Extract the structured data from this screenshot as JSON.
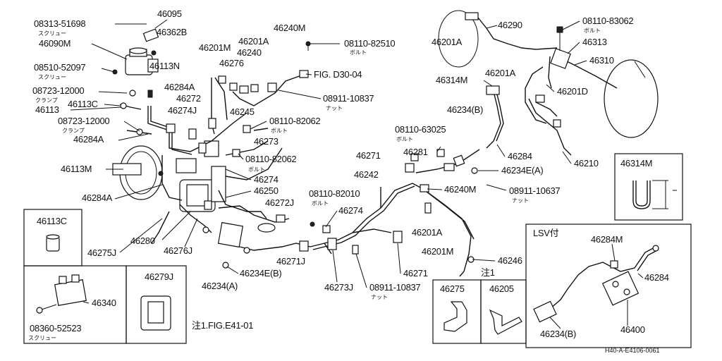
{
  "labels": {
    "p08313_51698": "08313-51698",
    "p46095": "46095",
    "p46362B": "46362B",
    "p46090M": "46090M",
    "p08510_52097": "08510-52097",
    "p46113N": "46113N",
    "p08723_12000a": "08723-12000",
    "p46113C": "46113C",
    "p46113": "46113",
    "p08723_12000b": "08723-12000",
    "p46284A_a": "46284A",
    "p46284A_b": "46284A",
    "p46272": "46272",
    "p46274J": "46274J",
    "p46201M_a": "46201M",
    "p46201A_a": "46201A",
    "p46240M": "46240M",
    "p46240": "46240",
    "p46276": "46276",
    "p08110_82510": "08110-82510",
    "figD30": "FIG. D30-04",
    "p08911_10837a": "08911-10837",
    "p46245": "46245",
    "p08110_82062a": "08110-82062",
    "p46273": "46273",
    "p08110_82062b": "08110-82062",
    "p46274": "46274",
    "p46250": "46250",
    "p46113M": "46113M",
    "p46272J": "46272J",
    "p46280": "46280",
    "p46275J": "46275J",
    "p46276J": "46276J",
    "p46271J": "46271J",
    "p46234E_B": "46234E(B)",
    "p46234A": "46234(A)",
    "note1fig": "注1.FIG.E41-01",
    "p46201A_b": "46201A",
    "p46290": "46290",
    "p08110_83062": "08110-83062",
    "p46313": "46313",
    "p46310": "46310",
    "p46201D": "46201D",
    "p46314M": "46314M",
    "p46201A_c": "46201A",
    "p46234B": "46234(B)",
    "p08110_63025": "08110-63025",
    "p46281": "46281",
    "p46284": "46284",
    "p46210": "46210",
    "p46271": "46271",
    "p46242": "46242",
    "p46234E_A": "46234E(A)",
    "p46240M_b": "46240M",
    "p08911_10637": "08911-10637",
    "p08110_82010": "08110-82010",
    "p46274_b": "46274",
    "p46201A_d": "46201A",
    "p46201M_b": "46201M",
    "p46246": "46246",
    "note1": "注1",
    "p46271_b": "46271",
    "p46273J": "46273J",
    "p08911_10837b": "08911-10837"
  },
  "small_text": {
    "screw1": "スクリュー",
    "screw2": "スクリュー",
    "clamp1": "クランプ",
    "clamp2": "クランプ",
    "bolt1": "ボルト",
    "nut1": "ナット",
    "bolt2": "ボルト",
    "bolt3": "ボルト",
    "bolt4": "ボルト",
    "bolt5": "ボルト",
    "nut2": "ナット",
    "bolt6": "ボルト",
    "nut3": "ナット",
    "screw3": "スクリュー"
  },
  "insets": {
    "i46113C": "46113C",
    "i46279J": "46279J",
    "i46340": "46340",
    "i08360_52523": "08360-52523",
    "i46314M": "46314M",
    "i46275": "46275",
    "i46205": "46205",
    "lsv_title": "LSV付",
    "lsv_46284M": "46284M",
    "lsv_46284": "46284",
    "lsv_46234B": "46234(B)",
    "lsv_46400": "46400"
  },
  "footer_code": "H40-A-E4106-0061"
}
